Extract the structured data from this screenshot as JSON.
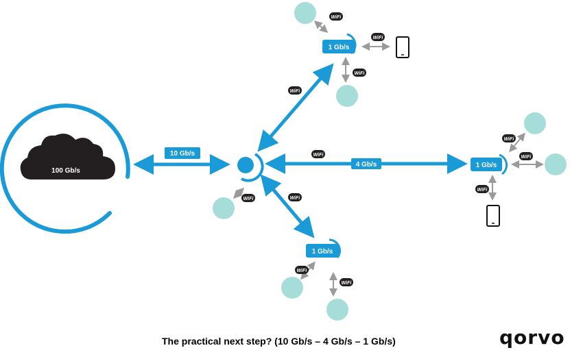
{
  "diagram": {
    "cloud": {
      "label": "100 Gb/s"
    },
    "links": {
      "cloud_to_hub": "10 Gb/s",
      "hub_to_right": "4 Gb/s"
    },
    "nodes": {
      "top": "1 Gb/s",
      "right": "1 Gb/s",
      "bottom": "1 Gb/s"
    },
    "wifi_badge_text": "WiFi",
    "caption": "The practical next step? (10 Gb/s – 4 Gb/s – 1 Gb/s)",
    "logo": "qorvo",
    "colors": {
      "primary_blue": "#1a9ad6",
      "client_teal": "#a6ddd8",
      "arrow_gray": "#9a9a9a",
      "cloud_black": "#231f20"
    }
  }
}
